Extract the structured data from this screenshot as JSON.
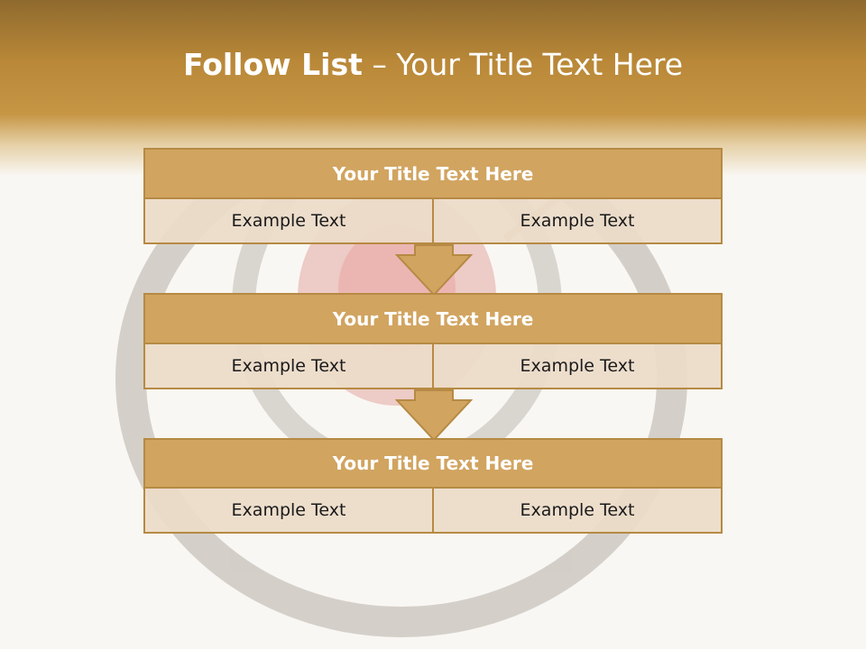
{
  "slide": {
    "title_bold": "Follow List",
    "title_rest": " – Your Title Text Here"
  },
  "steps": [
    {
      "title": "Your Title Text Here",
      "left": "Example Text",
      "right": "Example Text"
    },
    {
      "title": "Your Title Text Here",
      "left": "Example Text",
      "right": "Example Text"
    },
    {
      "title": "Your Title Text Here",
      "left": "Example Text",
      "right": "Example Text"
    }
  ],
  "colors": {
    "header_brown": "#8f6a2e",
    "box_gold": "#d1a460",
    "box_border": "#b68a44",
    "cell_beige": "#ecdcc8"
  }
}
